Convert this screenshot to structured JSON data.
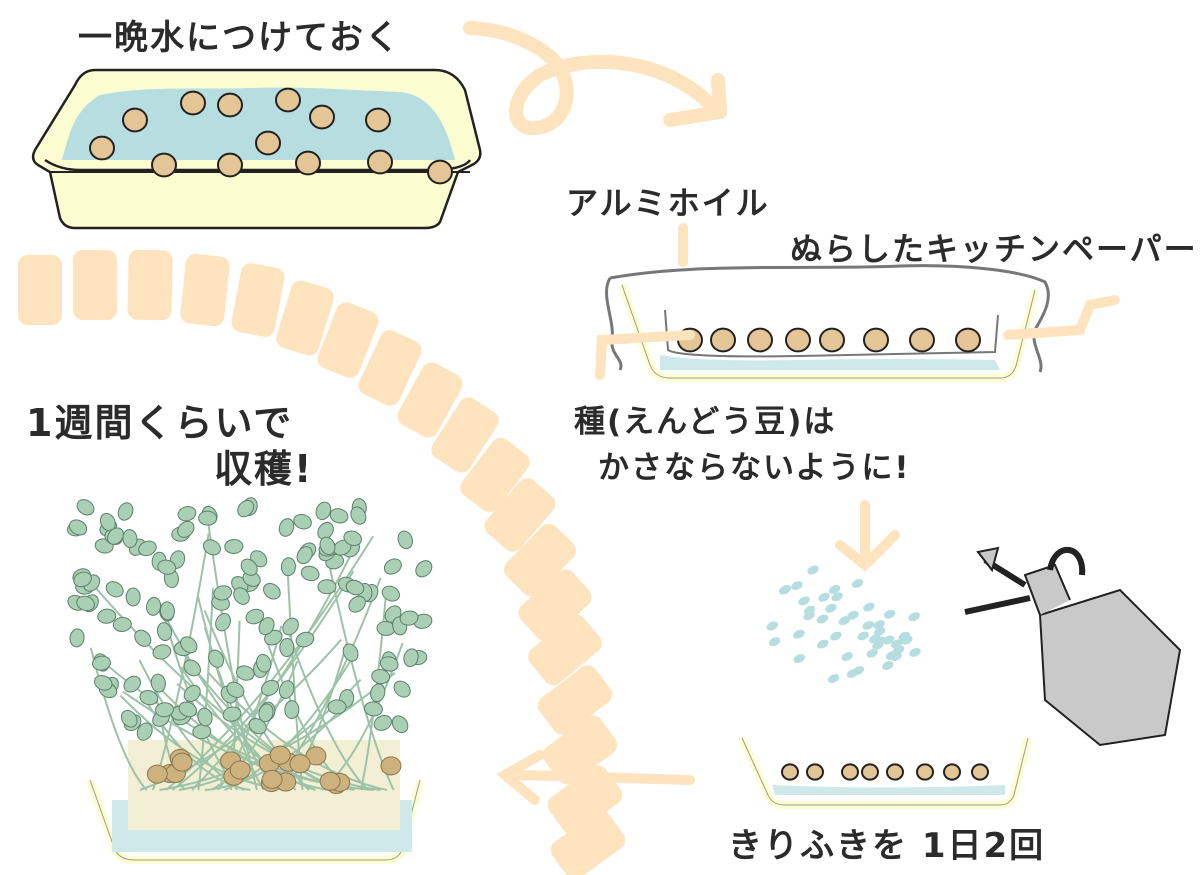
{
  "title": "豆苗の育て方",
  "steps": [
    {
      "id": "soak",
      "label": "一晩水につけておく"
    },
    {
      "id": "cover",
      "labels": {
        "foil": "アルミホイル",
        "paper": "ぬらしたキッチンペーパー"
      }
    },
    {
      "id": "arrange",
      "label_line1": "種(えんどう豆)は",
      "label_line2": "かさならないように!"
    },
    {
      "id": "spray",
      "label": "きりふきを 1日2回"
    },
    {
      "id": "harvest",
      "label_line1": "1週間くらいで",
      "label_line2": "収穫!"
    }
  ],
  "colors": {
    "arrow": "#fde3be",
    "tray_fill": "#fdfdd2",
    "water": "#b6dde0",
    "seed": "#e3c596",
    "outline": "#222222",
    "foil": "#777777",
    "leaf": "#a9cfb5",
    "sprayer": "#c9c9c9"
  },
  "icons": [
    "tray-icon",
    "seed-icon",
    "spray-bottle-icon",
    "pea-sprouts-icon",
    "curved-arrow-icon"
  ]
}
